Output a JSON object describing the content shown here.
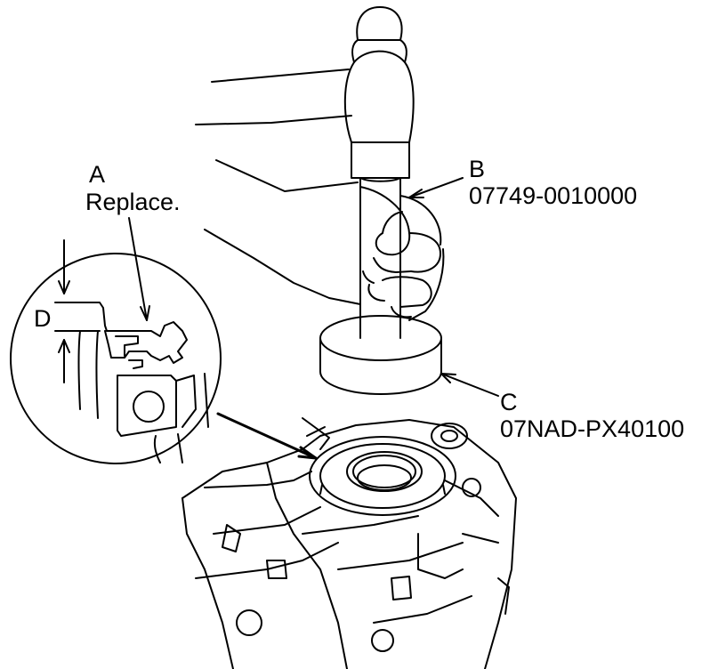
{
  "labels": {
    "a": {
      "letter": "A",
      "note": "Replace."
    },
    "b": {
      "letter": "B",
      "part_number": "07749-0010000"
    },
    "c": {
      "letter": "C",
      "part_number": "07NAD-PX40100"
    },
    "d": {
      "letter": "D"
    }
  },
  "colors": {
    "ink": "#000000",
    "paper": "#ffffff"
  }
}
